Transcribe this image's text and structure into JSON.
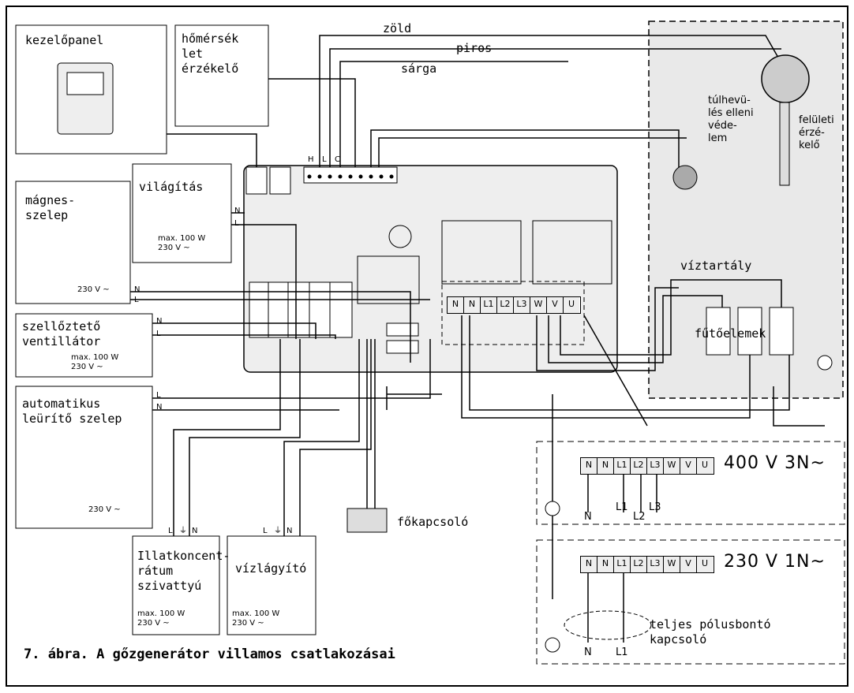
{
  "labels": {
    "control_panel": "kezelőpanel",
    "temp_sensor": "hőmérsék\nlet\nérzékelő",
    "green": "zöld",
    "red": "piros",
    "yellow": "sárga",
    "overheat": "túlhevü-\nlés elleni\nvéde-\nlem",
    "surface_sensor": "felületi\nérzé-\nkelő",
    "lighting": "világítás",
    "lighting_spec": "max. 100 W\n230 V ~",
    "solenoid": "mágnes-\nszelep",
    "solenoid_spec": "230 V ~",
    "fan": "szellőztető\nventillátor",
    "fan_spec": "max. 100 W\n230 V ~",
    "drain_valve": "automatikus\nleürítő szelep",
    "drain_spec": "230 V ~",
    "water_tank": "víztartály",
    "heating_elements": "fűtőelemek",
    "main_switch": "főkapcsoló",
    "aroma_pump": "Illatkoncent-\nrátum\nszivattyú",
    "aroma_spec": "max. 100 W\n230 V ~",
    "softener": "vízlágyító",
    "softener_spec": "max. 100 W\n230 V ~",
    "allpole_switch": "teljes pólusbontó\nkapcsoló",
    "caption": "7. ábra. A gőzgenerátor villamos csatlakozásai"
  },
  "pins": {
    "hlc": [
      "H",
      "L",
      "C"
    ],
    "n": "N",
    "l": "L",
    "lnn": [
      "L",
      "N"
    ],
    "ground_n": [
      "L",
      "⏚",
      "N"
    ]
  },
  "terminal_block": [
    "N",
    "N",
    "L1",
    "L2",
    "L3",
    "W",
    "V",
    "U"
  ],
  "supply_400": {
    "voltage": "400 V 3N~",
    "legend": [
      "N",
      "L1",
      "L2",
      "L3"
    ]
  },
  "supply_230": {
    "voltage": "230 V 1N~",
    "legend": [
      "N",
      "L1"
    ]
  },
  "colors": {
    "line": "#000000",
    "dash": "#000000",
    "box": "#eeeeee",
    "tank": "#e6e6e6"
  }
}
